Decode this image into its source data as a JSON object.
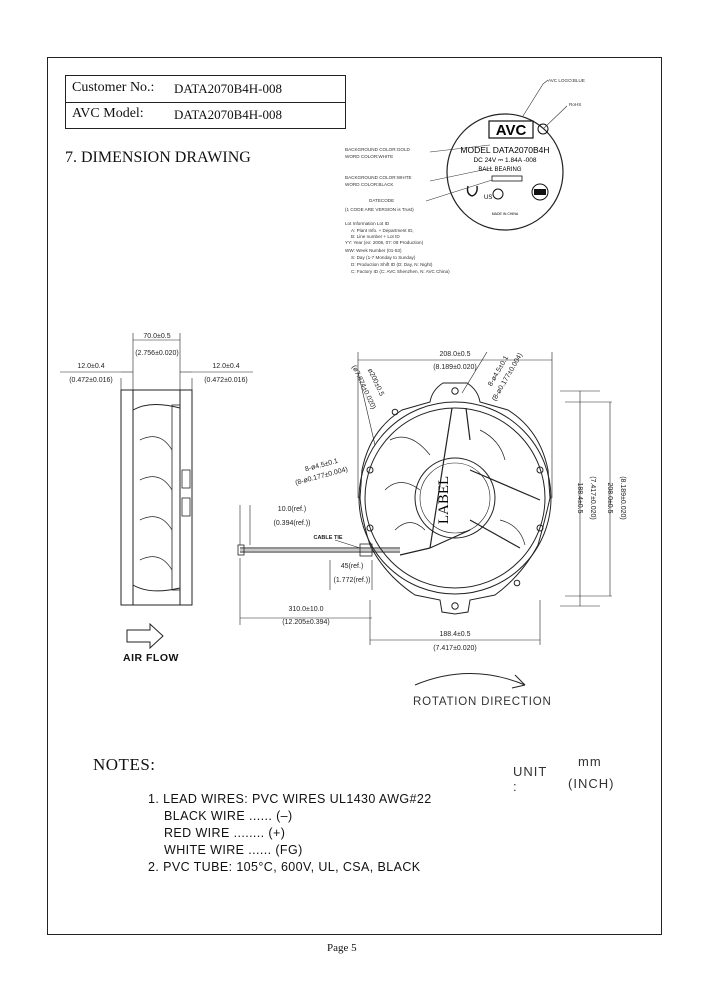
{
  "header": {
    "customer_label": "Customer No.:",
    "customer_value": "DATA2070B4H-008",
    "model_label": "AVC Model:",
    "model_value": "DATA2070B4H-008"
  },
  "section_title": "7. DIMENSION DRAWING",
  "label_sticker": {
    "brand": "AVC",
    "model_line": "MODEL  DATA2070B4H",
    "spec_line": "DC 24V ⎓  1.84A   -008",
    "bearing_line": "BALL BEARING",
    "ul_mark": "US",
    "callout_logo": "AVC LOGO:BLUE",
    "callout_rohs": "RoHS",
    "callout_bg_gold": "BACKGROUND COLOR:GOLD",
    "callout_word_white": "WORD COLOR:WHITE",
    "callout_bg_white": "BACKGROUND COLOR:WHITE",
    "callout_word_black": "WORD COLOR:BLACK",
    "date_code_title": "DATECODE",
    "date_code_format": "(1 CODE ARE VERSION is Trust)",
    "lot_lines": [
      "Lot Information Lot ID",
      "A: Plant Info. + Department ID,",
      "B: Line number + Lot ID",
      "YY: Year (ex: 2008, 07: 08 Production)",
      "WW: Week Number (01-53)",
      "S: Day (1-7 Monday to Sunday)",
      "D: Production Shift ID (D: Day, N: Night)",
      "C: Factory ID (C: AVC Shenzhen, N: AVC China)"
    ]
  },
  "dimensions": {
    "depth_mm": "70.0±0.5",
    "depth_in": "(2.756±0.020)",
    "flange_left_mm": "12.0±0.4",
    "flange_left_in": "(0.472±0.016)",
    "flange_right_mm": "12.0±0.4",
    "flange_right_in": "(0.472±0.016)",
    "width_mm": "208.0±0.5",
    "width_in": "(8.189±0.020)",
    "hole_a_mm": "8-ø4.5±0.1",
    "hole_a_in": "(8-ø0.177±0.004)",
    "hole_b_mm": "8-ø4.5±0.1",
    "hole_b_in": "(8-ø0.177±0.004)",
    "dia_mm": "ø200±0.5",
    "dia_in": "(ø7.874±0.020)",
    "vert_pitch_mm": "188.4±0.5",
    "vert_pitch_in": "(7.417±0.020)",
    "vert_width_mm": "208.0±0.5",
    "vert_width_in": "(8.189±0.020)",
    "sleeve_mm": "10.0(ref.)",
    "sleeve_in": "(0.394(ref.))",
    "cable_tie": "CABLE TIE",
    "strip_mm": "45(ref.)",
    "strip_in": "(1.772(ref.))",
    "lead_mm": "310.0±10.0",
    "lead_in": "(12.205±0.394)",
    "pitch_mm": "188.4±0.5",
    "pitch_in": "(7.417±0.020)",
    "label_text": "LABEL"
  },
  "airflow_label": "AIR FLOW",
  "rotation_label": "ROTATION  DIRECTION",
  "unit": {
    "label": "UNIT :",
    "mm": "mm",
    "inch": "(INCH)"
  },
  "notes": {
    "heading": "NOTES:",
    "item1": "1. LEAD WIRES: PVC WIRES UL1430 AWG#22",
    "black": "BLACK WIRE ...... (–)",
    "red": "RED WIRE ........ (+)",
    "white": "WHITE WIRE ...... (FG)",
    "item2": "2. PVC TUBE: 105°C, 600V, UL, CSA, BLACK"
  },
  "page_number": "Page 5"
}
